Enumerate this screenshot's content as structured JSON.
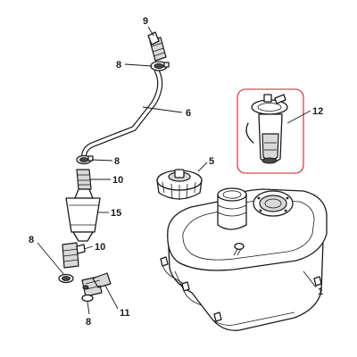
{
  "callouts": {
    "c1": "1",
    "c5": "5",
    "c6": "6",
    "c8a": "8",
    "c8b": "8",
    "c8c": "8",
    "c8d": "8",
    "c9": "9",
    "c10a": "10",
    "c10b": "10",
    "c11": "11",
    "c12": "12",
    "c15": "15"
  },
  "colors": {
    "line": "#1a1a1a",
    "highlight": "#d21f2a",
    "shade": "#d9d9d9"
  }
}
